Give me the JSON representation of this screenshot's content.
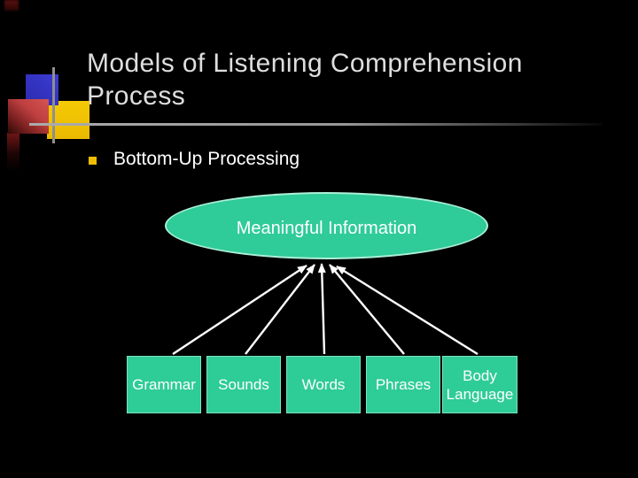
{
  "slide_title": {
    "lines": [
      "Models of Listening Comprehension",
      "Process"
    ]
  },
  "bullet_item": {
    "label": "Bottom-Up Processing"
  },
  "diagram": {
    "ellipse_label": "Meaningful Information",
    "boxes": [
      {
        "label": "Grammar"
      },
      {
        "label": "Sounds"
      },
      {
        "label": "Words"
      },
      {
        "label": "Phrases"
      },
      {
        "label": "Body Language"
      }
    ]
  },
  "colors": {
    "background": "#000000",
    "shape_green": "#2ECC96",
    "title_text": "#DEDEDE",
    "body_text": "#FFFFFF",
    "bullet_gold": "#F0BE00",
    "deco_blue": "#3434C8",
    "deco_red": "#C84A4A",
    "deco_yellow": "#F0C400",
    "line_gray": "#8F8F8F",
    "arrow_white": "#FFFFFF"
  }
}
